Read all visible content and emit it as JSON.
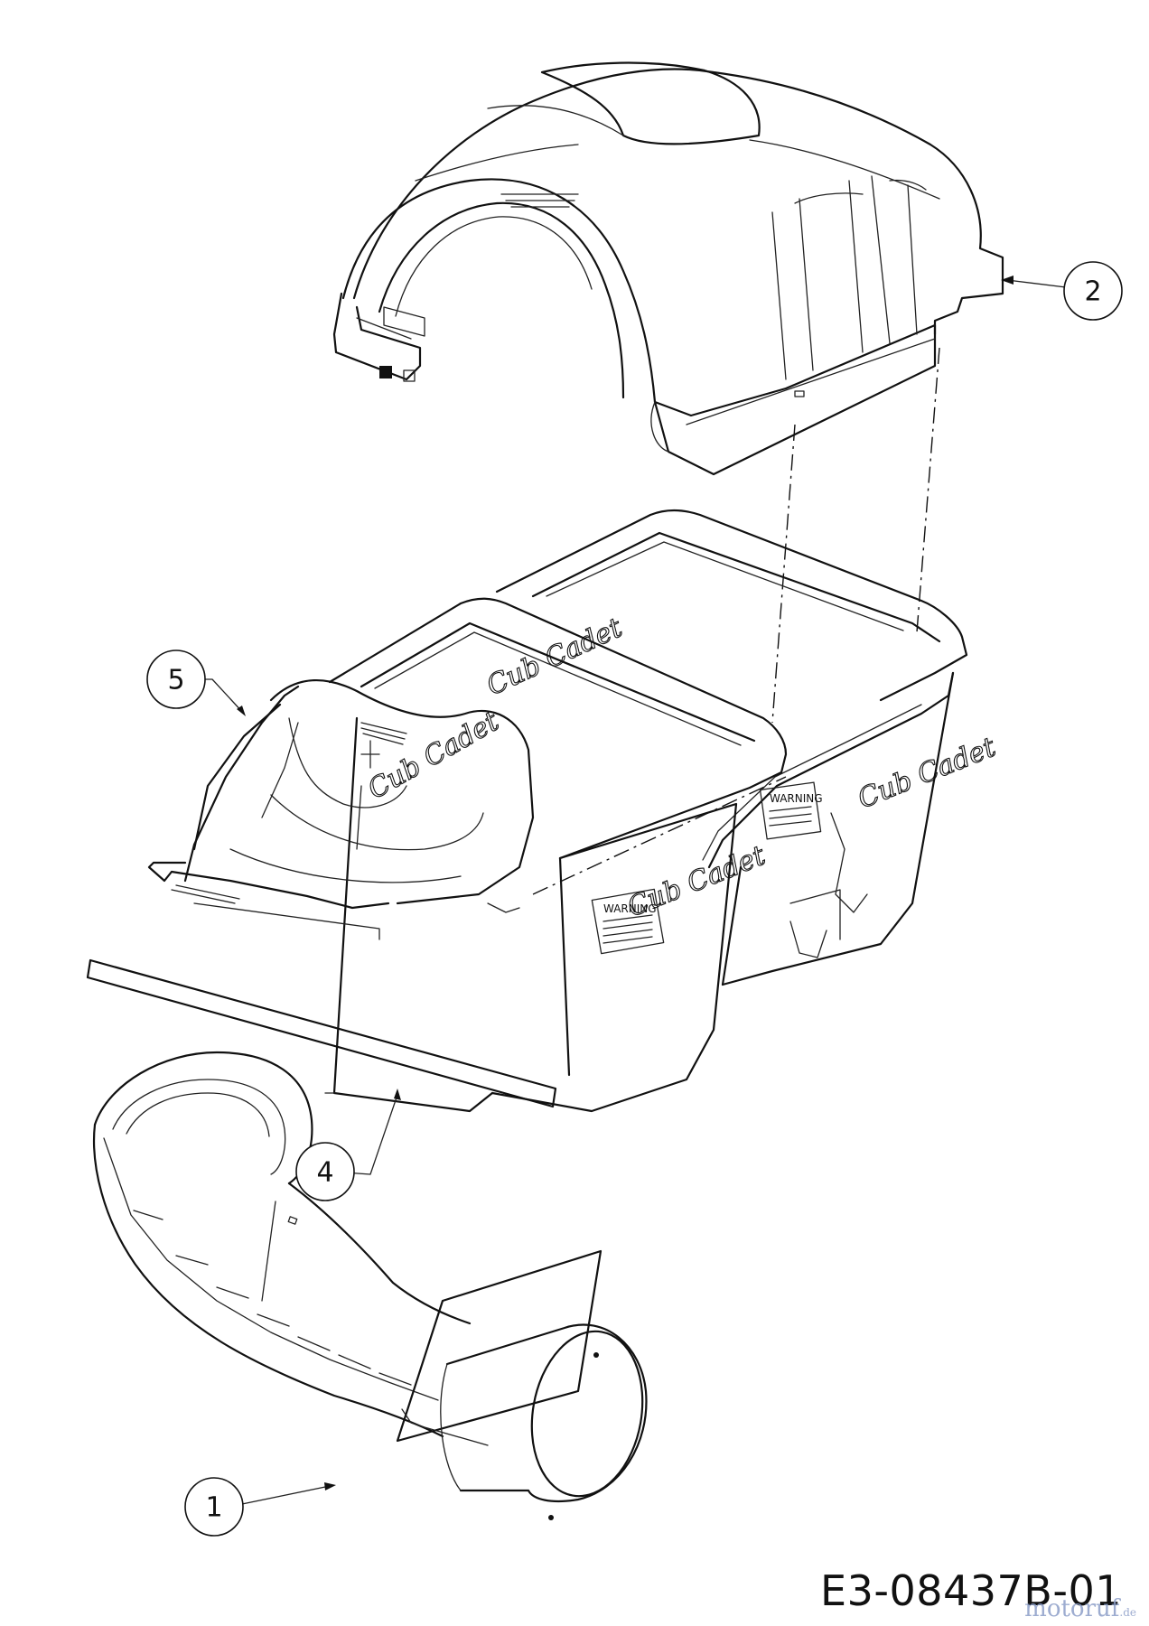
{
  "diagram": {
    "callouts": [
      {
        "id": "part-1",
        "label": "1"
      },
      {
        "id": "part-2",
        "label": "2"
      },
      {
        "id": "part-4",
        "label": "4"
      },
      {
        "id": "part-5",
        "label": "5"
      }
    ],
    "reference_code": "E3-08437B-01",
    "watermark": {
      "text": "motoruf",
      "suffix": ".de"
    },
    "brand_markings": [
      "Cub Cadet",
      "Cub Cadet",
      "Cub Cadet",
      "Cub Cadet"
    ],
    "warning_labels": [
      "WARNING",
      "WARNING"
    ]
  }
}
